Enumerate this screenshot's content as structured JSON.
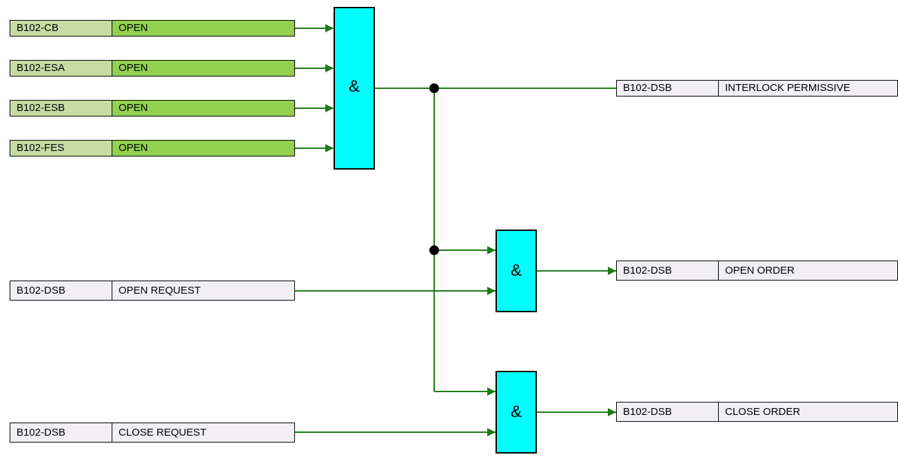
{
  "colors": {
    "wire": "#1a7a12",
    "gate_fill": "#00ffff",
    "input_state_fill": "#92d050",
    "input_tag_fill": "#c7dba4",
    "label_fill": "#f1eff4",
    "junction": "#000000"
  },
  "inputs": [
    {
      "tag": "B102-CB",
      "state": "OPEN"
    },
    {
      "tag": "B102-ESA",
      "state": "OPEN"
    },
    {
      "tag": "B102-ESB",
      "state": "OPEN"
    },
    {
      "tag": "B102-FES",
      "state": "OPEN"
    }
  ],
  "requests": [
    {
      "tag": "B102-DSB",
      "state": "OPEN REQUEST"
    },
    {
      "tag": "B102-DSB",
      "state": "CLOSE REQUEST"
    }
  ],
  "outputs": [
    {
      "tag": "B102-DSB",
      "state": "INTERLOCK PERMISSIVE"
    },
    {
      "tag": "B102-DSB",
      "state": "OPEN ORDER"
    },
    {
      "tag": "B102-DSB",
      "state": "CLOSE ORDER"
    }
  ],
  "gates": [
    {
      "symbol": "&"
    },
    {
      "symbol": "&"
    },
    {
      "symbol": "&"
    }
  ]
}
